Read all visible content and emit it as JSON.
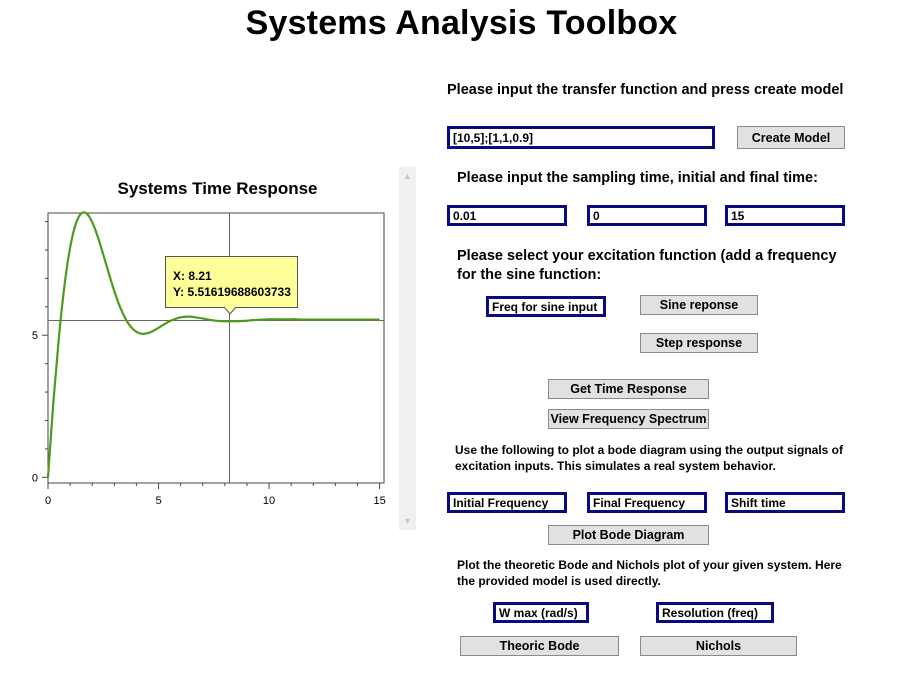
{
  "app": {
    "title": "Systems Analysis Toolbox"
  },
  "model": {
    "prompt": "Please input the transfer function and press create model",
    "tf_value": "[10,5];[1,1,0.9]",
    "create_label": "Create Model"
  },
  "timing": {
    "prompt": "Please input the sampling time, initial and final time:",
    "sampling_value": "0.01",
    "initial_value": "0",
    "final_value": "15"
  },
  "excitation": {
    "prompt_line1": "Please select your excitation function (add a frequency",
    "prompt_line2": "for the sine function:",
    "freq_placeholder": "Freq for sine input",
    "sine_label": "Sine reponse",
    "step_label": "Step response",
    "get_time_label": "Get Time Response",
    "freq_spectrum_label": "View Frequency Spectrum"
  },
  "bode": {
    "prompt_line1": "Use the following to plot a bode diagram using the output signals of",
    "prompt_line2": "excitation inputs. This simulates a real system behavior.",
    "initial_freq_placeholder": "Initial Frequency",
    "final_freq_placeholder": "Final Frequency",
    "shift_time_placeholder": "Shift time",
    "plot_label": "Plot Bode Diagram"
  },
  "theoretic": {
    "prompt_line1": "Plot the theoretic Bode and Nichols plot of your given system. Here",
    "prompt_line2": "the provided model is used directly.",
    "wmax_placeholder": "W max (rad/s)",
    "resolution_placeholder": "Resolution (freq)",
    "bode_label": "Theoric Bode",
    "nichols_label": "Nichols"
  },
  "tooltip": {
    "x_text": "X: 8.21",
    "y_text": "Y: 5.51619688603733"
  },
  "scrollbar": {
    "up_icon": "chevron-up-icon",
    "down_icon": "chevron-down-icon"
  },
  "chart_data": {
    "type": "line",
    "title": "Systems Time Response",
    "xlabel": "",
    "ylabel": "",
    "xlim": [
      0,
      15.2
    ],
    "ylim": [
      -0.2,
      9.3
    ],
    "x_ticks": [
      0,
      5,
      10,
      15
    ],
    "y_ticks": [
      0,
      5
    ],
    "grid": false,
    "crosshair": {
      "x": 8.21,
      "y": 5.516
    },
    "series": [
      {
        "color": "#4e9a1e",
        "x": [
          0,
          0.25,
          0.5,
          0.75,
          1.0,
          1.25,
          1.5,
          1.75,
          2.0,
          2.25,
          2.5,
          2.75,
          3.0,
          3.25,
          3.5,
          3.75,
          4.0,
          4.25,
          4.5,
          4.75,
          5.0,
          5.25,
          5.5,
          5.75,
          6.0,
          6.25,
          6.5,
          6.75,
          7.0,
          7.25,
          7.5,
          7.75,
          8.0,
          8.25,
          8.5,
          8.75,
          9.0,
          9.25,
          9.5,
          9.75,
          10.0,
          10.25,
          10.5,
          10.75,
          11.0,
          11.25,
          11.5,
          11.75,
          12.0,
          12.5,
          13.0,
          13.5,
          14.0,
          14.5,
          15.0
        ],
        "y": [
          0,
          2.71,
          4.98,
          6.78,
          8.08,
          8.9,
          9.28,
          9.28,
          8.98,
          8.47,
          7.84,
          7.18,
          6.55,
          6.01,
          5.59,
          5.29,
          5.12,
          5.05,
          5.07,
          5.15,
          5.26,
          5.38,
          5.49,
          5.57,
          5.63,
          5.65,
          5.65,
          5.62,
          5.59,
          5.55,
          5.52,
          5.5,
          5.49,
          5.49,
          5.49,
          5.5,
          5.51,
          5.53,
          5.54,
          5.55,
          5.56,
          5.56,
          5.56,
          5.56,
          5.56,
          5.56,
          5.55,
          5.55,
          5.55,
          5.55,
          5.55,
          5.55,
          5.55,
          5.55,
          5.55
        ]
      }
    ]
  }
}
